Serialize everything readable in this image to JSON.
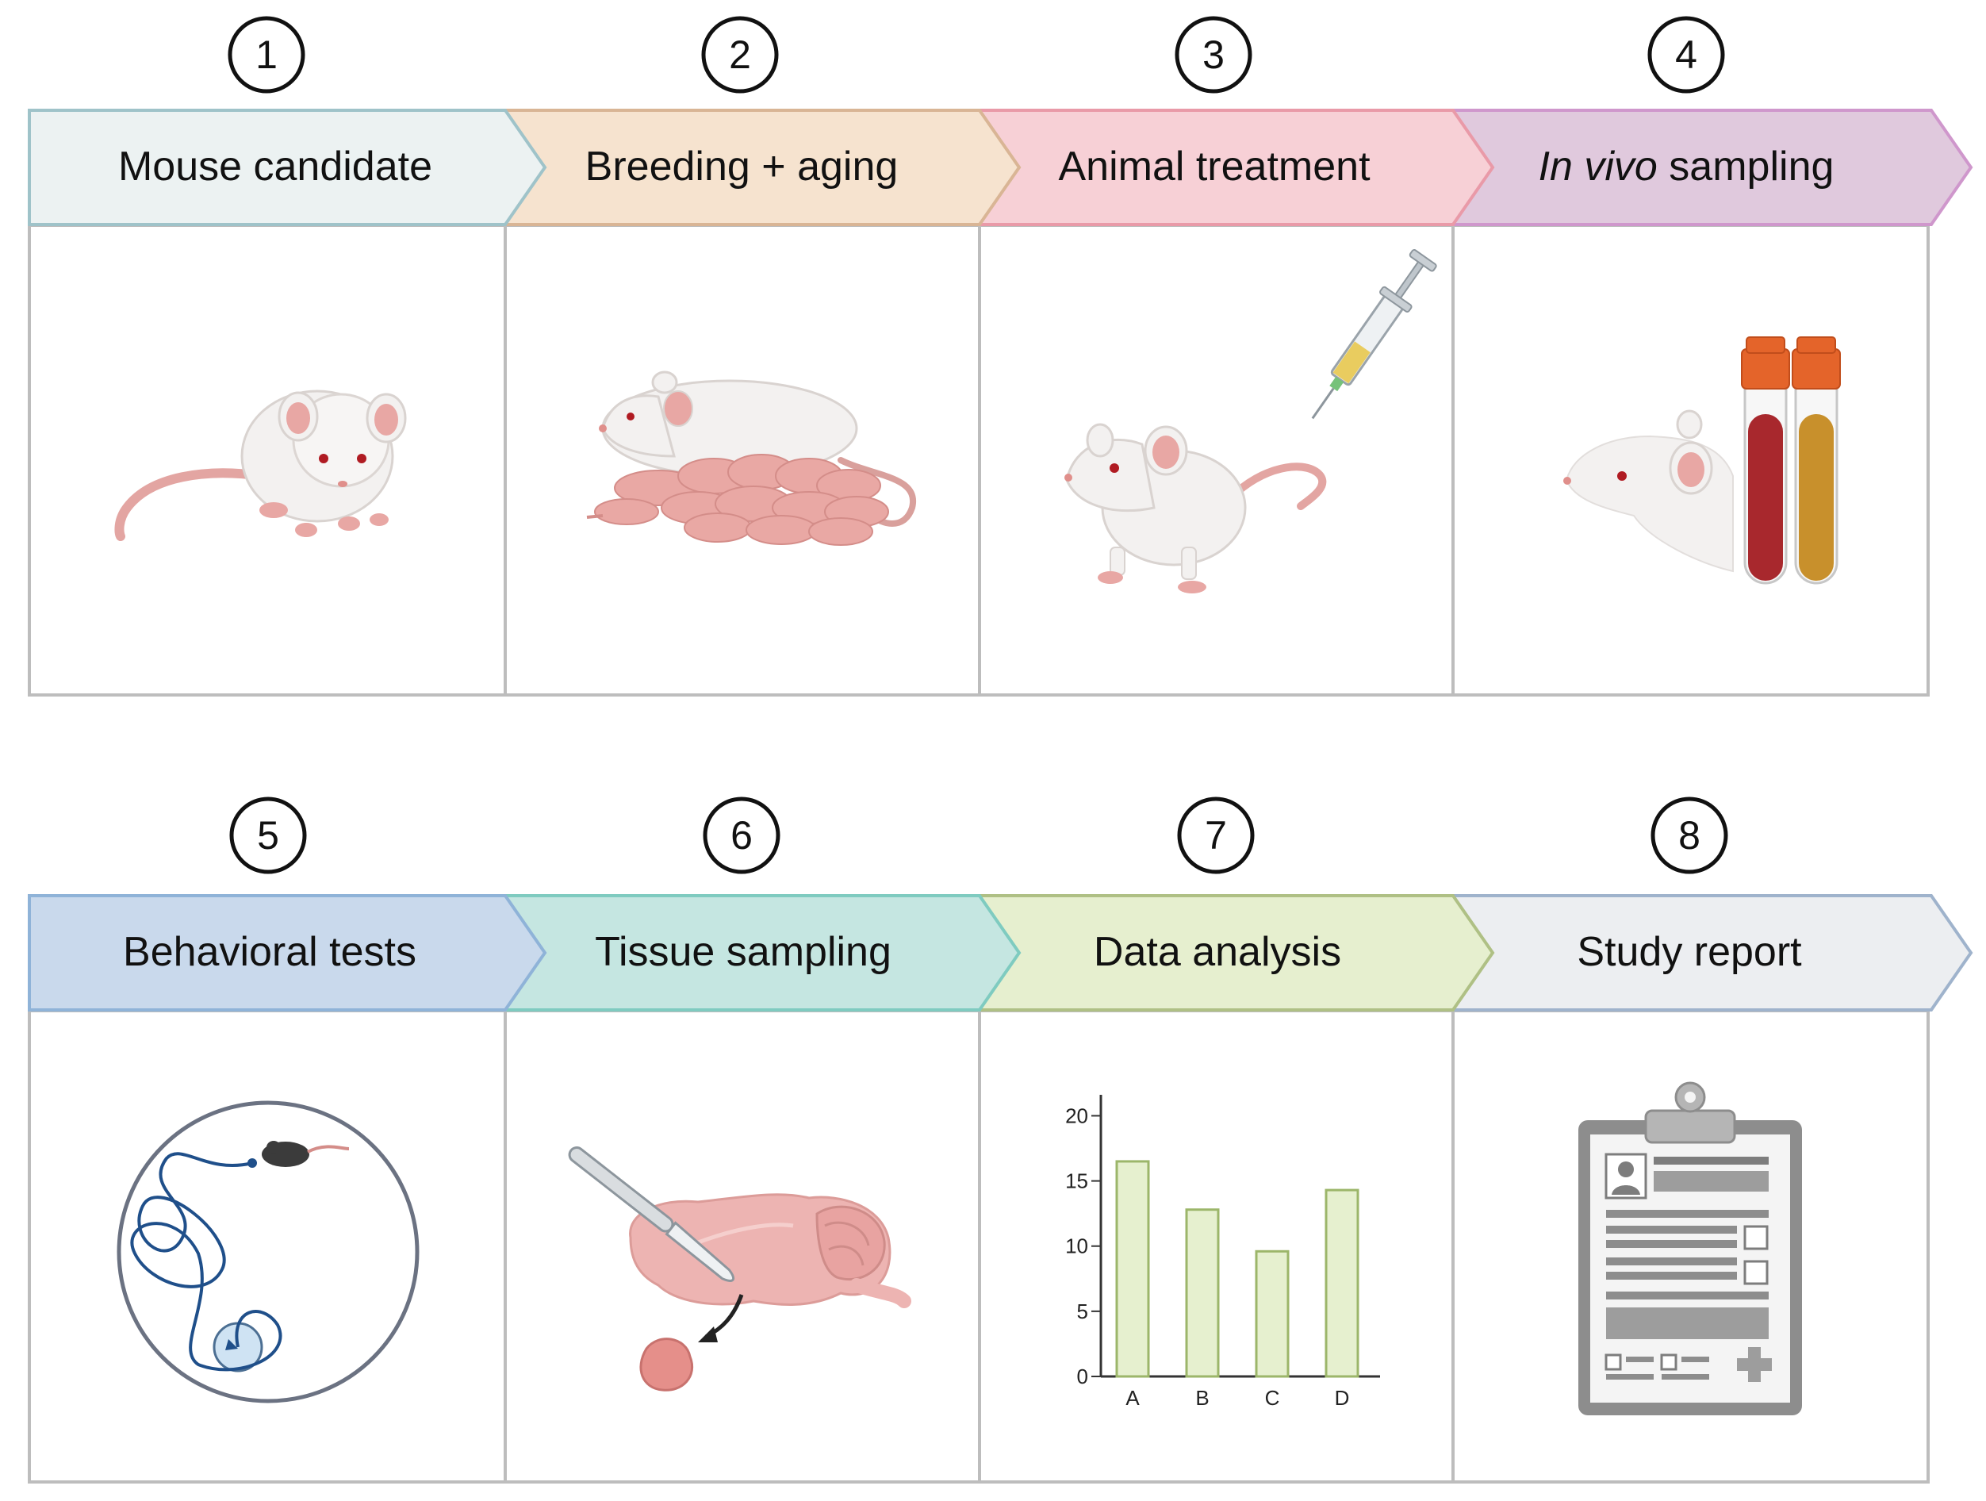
{
  "steps": [
    {
      "number": "1",
      "label": "Mouse candidate",
      "fill": "#ecf2f2",
      "stroke": "#9fc3c9"
    },
    {
      "number": "2",
      "label": "Breeding + aging",
      "fill": "#f6e3cf",
      "stroke": "#d9b595"
    },
    {
      "number": "3",
      "label": "Animal treatment",
      "fill": "#f7d0d6",
      "stroke": "#e99aa8"
    },
    {
      "number": "4",
      "label_italic": "In vivo",
      "label_rest": " sampling",
      "fill": "#e0c9dd",
      "stroke": "#cf97cc"
    },
    {
      "number": "5",
      "label": "Behavioral tests",
      "fill": "#c9d9ec",
      "stroke": "#8fb3d8"
    },
    {
      "number": "6",
      "label": "Tissue sampling",
      "fill": "#c5e6e1",
      "stroke": "#7fcbc0"
    },
    {
      "number": "7",
      "label": "Data analysis",
      "fill": "#e6efcf",
      "stroke": "#afc085"
    },
    {
      "number": "8",
      "label": "Study report",
      "fill": "#eceef1",
      "stroke": "#9fb3cc"
    }
  ],
  "colors": {
    "panel_border": "#bdbdbd",
    "mouse_body": "#f3f1f0",
    "mouse_pink": "#e8a7a4",
    "blood": "#a8282d",
    "plasma": "#c8902c",
    "cap": "#e4642a",
    "bar_fill": "#e6f0cf",
    "bar_stroke": "#9cb66a"
  },
  "icons": [
    "mouse-icon",
    "mouse-litter-icon",
    "syringe-icon",
    "blood-tubes-icon",
    "maze-track-icon",
    "scalpel-brain-icon",
    "bar-chart-icon",
    "clipboard-report-icon"
  ],
  "chart_data": {
    "type": "bar",
    "categories": [
      "A",
      "B",
      "C",
      "D"
    ],
    "values": [
      16.5,
      12.8,
      9.6,
      14.3
    ],
    "yticks": [
      0,
      5,
      10,
      15,
      20
    ],
    "ylim": [
      0,
      21
    ],
    "grid": false
  }
}
